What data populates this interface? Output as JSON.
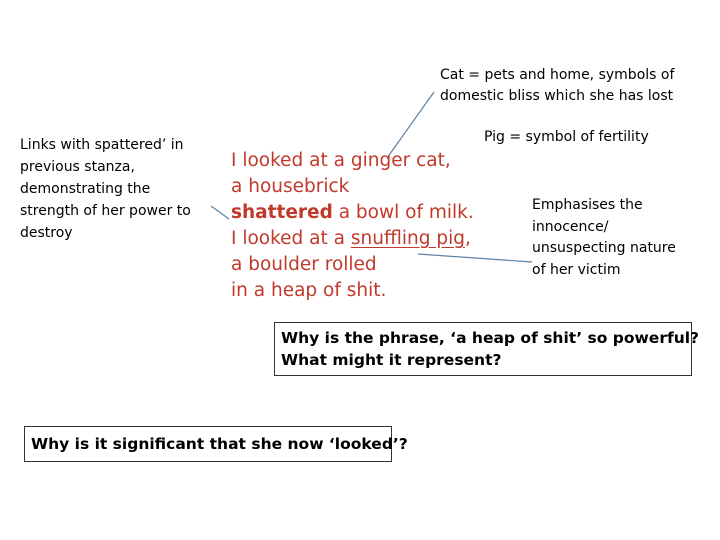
{
  "annotations": {
    "cat": [
      "Cat = pets and home, symbols of",
      "domestic bliss which she has lost"
    ],
    "pig": "Pig = symbol of fertility",
    "links": [
      "Links with spattered’ in",
      "previous stanza,",
      "demonstrating the",
      "strength of her power to",
      "destroy"
    ],
    "emphasises": [
      "Emphasises the",
      "innocence/",
      "unsuspecting nature",
      "of her victim"
    ]
  },
  "poem": {
    "line1": "I looked at a ginger cat,",
    "line2": "a housebrick",
    "line3_bold": "shattered",
    "line3_rest": " a bowl of milk.",
    "line4_pre": "I looked at a ",
    "line4_underlined": "snuffling pig",
    "line4_post": ",",
    "line5": "a boulder rolled",
    "line6": "in a heap of shit."
  },
  "questions": {
    "heap": [
      "Why is the phrase, ‘a heap of shit’ so powerful?",
      "What might it represent?"
    ],
    "looked": "Why is it significant that she now ‘looked’?"
  },
  "colors": {
    "poem_text": "#c0392b",
    "connector_line": "#5b7fa6",
    "box_border": "#333333"
  }
}
